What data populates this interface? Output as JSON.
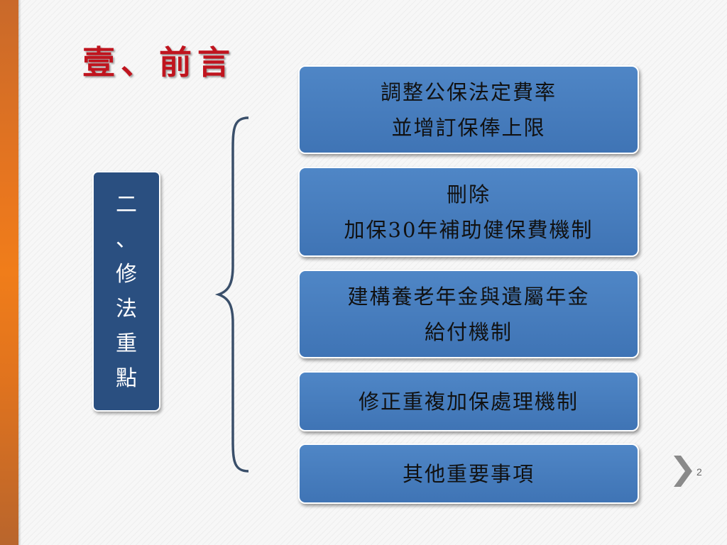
{
  "title": "壹、前言",
  "side_label": [
    "二",
    "、",
    "修",
    "法",
    "重",
    "點"
  ],
  "items": [
    {
      "lines": [
        "調整公保法定費率",
        "並增訂保俸上限"
      ]
    },
    {
      "lines": [
        "刪除",
        "加保30年補助健保費機制"
      ]
    },
    {
      "lines": [
        "建構養老年金與遺屬年金",
        "給付機制"
      ]
    },
    {
      "lines": [
        "修正重複加保處理機制"
      ]
    },
    {
      "lines": [
        "其他重要事項"
      ]
    }
  ],
  "page_number": "2",
  "colors": {
    "accent_bar": "#f07d1a",
    "title": "#c0141e",
    "side_box": "#2a4f80",
    "item_box": "#4a80c0"
  },
  "icons": {
    "next": "chevron-right-icon"
  }
}
